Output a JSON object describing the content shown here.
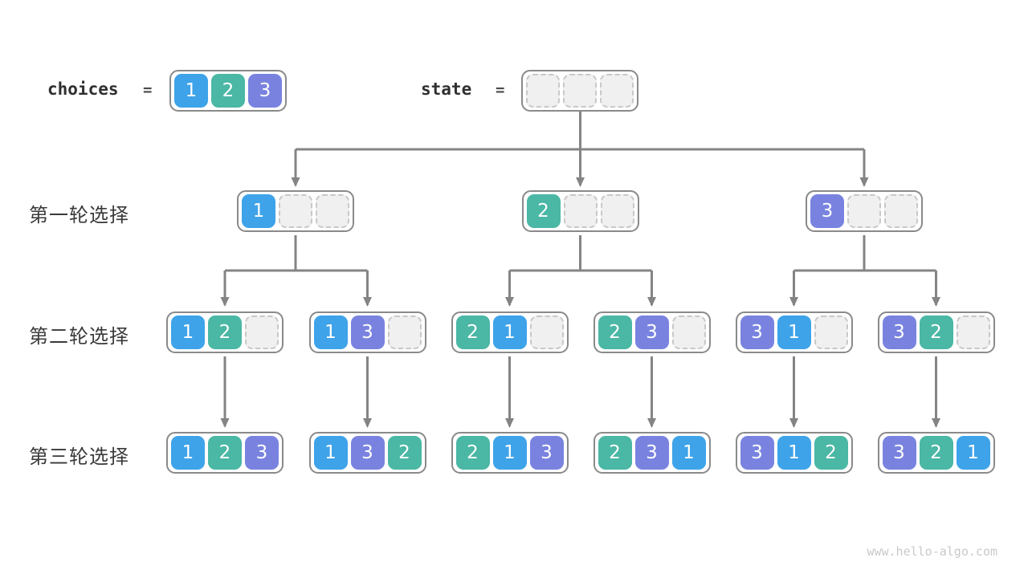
{
  "header": {
    "choices_label": "choices",
    "choices_equals": "=",
    "choices_values": [
      1,
      2,
      3
    ],
    "state_label": "state",
    "state_equals": "=",
    "state_values": [
      null,
      null,
      null
    ]
  },
  "rows": [
    {
      "label": "第一轮选择",
      "states": [
        [
          1,
          null,
          null
        ],
        [
          2,
          null,
          null
        ],
        [
          3,
          null,
          null
        ]
      ]
    },
    {
      "label": "第二轮选择",
      "states": [
        [
          1,
          2,
          null
        ],
        [
          1,
          3,
          null
        ],
        [
          2,
          1,
          null
        ],
        [
          2,
          3,
          null
        ],
        [
          3,
          1,
          null
        ],
        [
          3,
          2,
          null
        ]
      ]
    },
    {
      "label": "第三轮选择",
      "states": [
        [
          1,
          2,
          3
        ],
        [
          1,
          3,
          2
        ],
        [
          2,
          1,
          3
        ],
        [
          2,
          3,
          1
        ],
        [
          3,
          1,
          2
        ],
        [
          3,
          2,
          1
        ]
      ]
    }
  ],
  "watermark": "www.hello-algo.com",
  "colors": {
    "value_1": "#3ea3e9",
    "value_2": "#4bb7a5",
    "value_3": "#7983df",
    "arrow": "#848484",
    "box_border": "#8a8a8a",
    "empty_fill": "#f0f0f0",
    "empty_border": "#c8c8c8",
    "label_text": "#3a3a3a",
    "code_text": "#2f2f2f",
    "watermark_text": "#c9c9c9"
  }
}
